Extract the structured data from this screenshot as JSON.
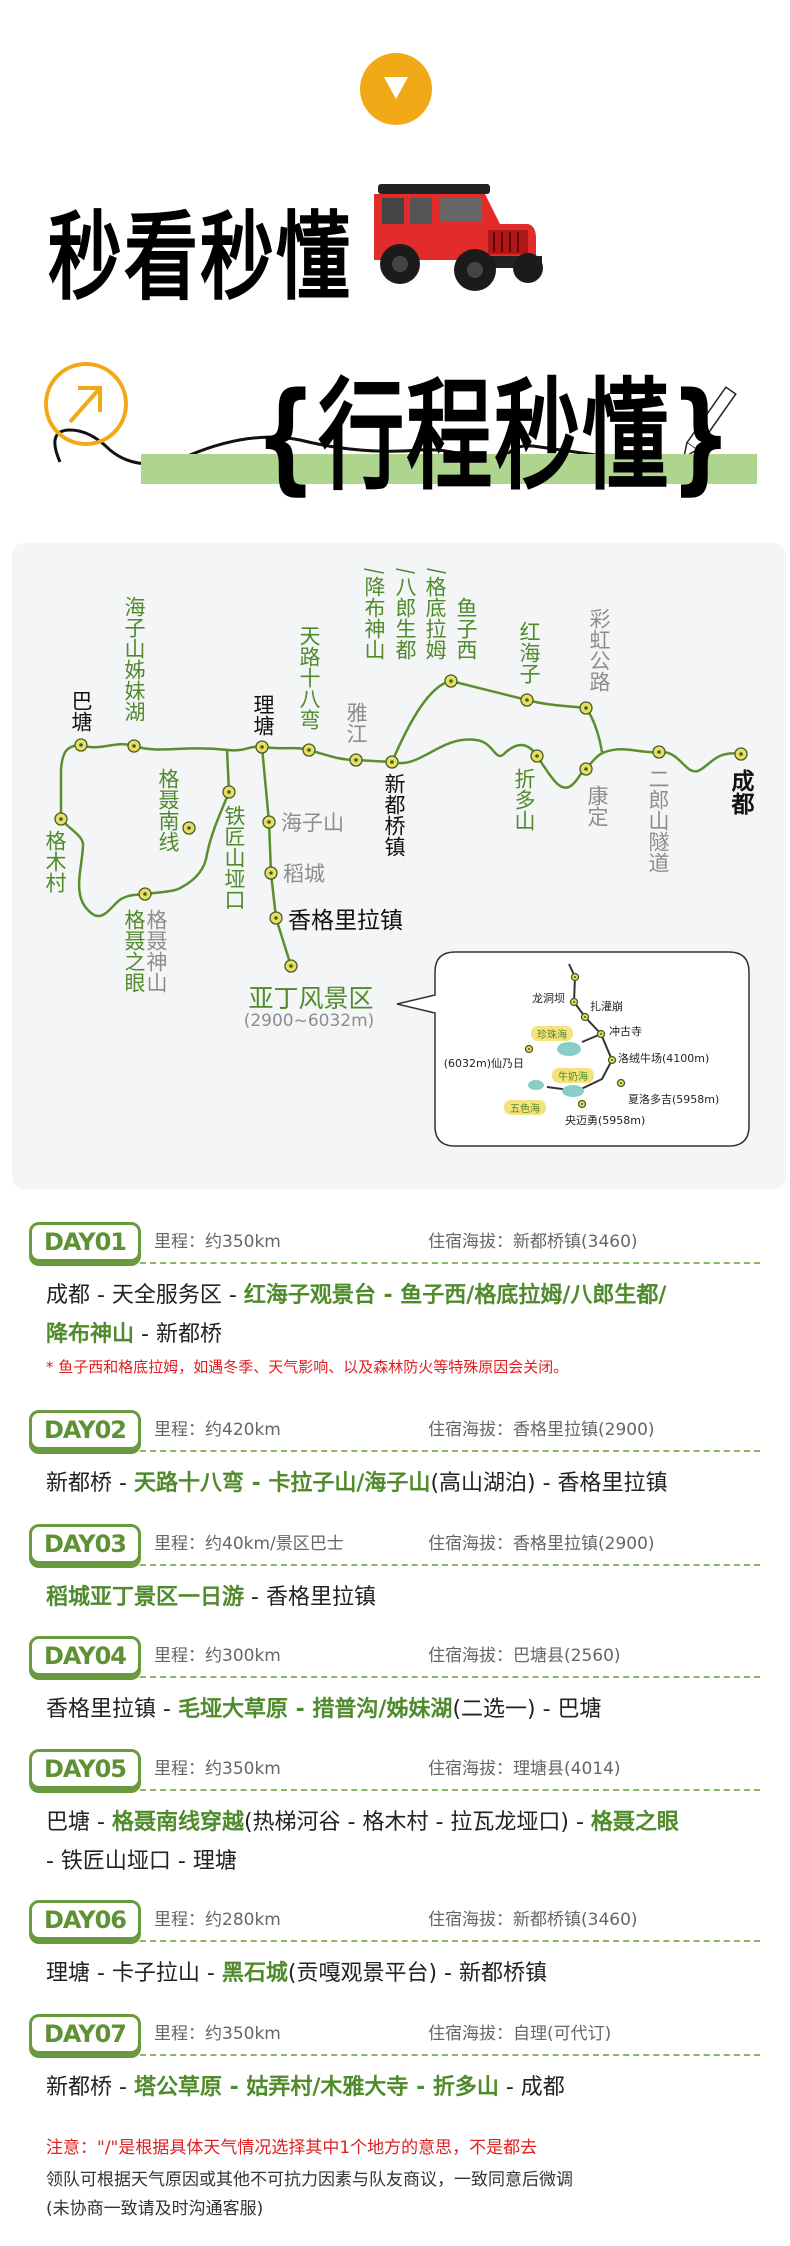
{
  "header": {
    "title_small": "秒看秒懂",
    "title_big": "{行程秒懂}",
    "accent": "#f2a918",
    "bar_color": "#aed58d"
  },
  "map": {
    "labels": [
      "巴塘",
      "海子山姊妹湖",
      "理塘",
      "天路十八弯",
      "雅江",
      "降布神山",
      "八郎生都",
      "格底拉姆",
      "鱼子西",
      "红海子",
      "彩虹公路",
      "新都桥镇",
      "折多山",
      "康定",
      "二郎山隧道",
      "成都",
      "格木村",
      "格聂南线",
      "铁匠山垭口",
      "格聂之眼",
      "格聂神山",
      "海子山",
      "稻城",
      "香格里拉镇",
      "亚丁风景区",
      "(2900~6032m)"
    ],
    "inset": {
      "places": [
        "龙洞坝",
        "扎灌崩",
        "冲古寺",
        "(6032m)仙乃日",
        "洛绒牛场(4100m)",
        "夏洛多吉(5958m)",
        "央迈勇(5958m)"
      ],
      "lakes": [
        "珍珠海",
        "牛奶海",
        "五色海"
      ]
    }
  },
  "days": [
    {
      "label": "DAY01",
      "distance": "里程：约350km",
      "stay": "住宿海拔：新都桥镇(3460)",
      "lines": [
        [
          [
            "成都 - 天全服务区 - ",
            0
          ],
          [
            "红海子观景台 - 鱼子西/格底拉姆/八郎生都/",
            1
          ]
        ],
        [
          [
            "降布神山",
            1
          ],
          [
            " - 新都桥",
            0
          ]
        ]
      ],
      "note": "* 鱼子西和格底拉姆，如遇冬季、天气影响、以及森林防火等特殊原因会关闭。"
    },
    {
      "label": "DAY02",
      "distance": "里程：约420km",
      "stay": "住宿海拔：香格里拉镇(2900)",
      "lines": [
        [
          [
            "新都桥 - ",
            0
          ],
          [
            "天路十八弯 - 卡拉子山/海子山",
            1
          ],
          [
            "(高山湖泊) - 香格里拉镇",
            0
          ]
        ]
      ]
    },
    {
      "label": "DAY03",
      "distance": "里程：约40km/景区巴士",
      "stay": "住宿海拔：香格里拉镇(2900)",
      "lines": [
        [
          [
            "稻城亚丁景区一日游",
            1
          ],
          [
            " - 香格里拉镇",
            0
          ]
        ]
      ]
    },
    {
      "label": "DAY04",
      "distance": "里程：约300km",
      "stay": "住宿海拔：巴塘县(2560)",
      "lines": [
        [
          [
            "香格里拉镇 - ",
            0
          ],
          [
            "毛垭大草原 - 措普沟/姊妹湖",
            1
          ],
          [
            "(二选一) - 巴塘",
            0
          ]
        ]
      ]
    },
    {
      "label": "DAY05",
      "distance": "里程：约350km",
      "stay": "住宿海拔：理塘县(4014)",
      "lines": [
        [
          [
            "巴塘 - ",
            0
          ],
          [
            "格聂南线穿越",
            1
          ],
          [
            "(热梯河谷 - 格木村 - 拉瓦龙垭口) - ",
            0
          ],
          [
            "格聂之眼",
            1
          ]
        ],
        [
          [
            "- 铁匠山垭口 - 理塘",
            0
          ]
        ]
      ]
    },
    {
      "label": "DAY06",
      "distance": "里程：约280km",
      "stay": "住宿海拔：新都桥镇(3460)",
      "lines": [
        [
          [
            "理塘 - 卡子拉山 - ",
            0
          ],
          [
            "黑石城",
            1
          ],
          [
            "(贡嘎观景平台) - 新都桥镇",
            0
          ]
        ]
      ]
    },
    {
      "label": "DAY07",
      "distance": "里程：约350km",
      "stay": "住宿海拔：自理(可代订)",
      "lines": [
        [
          [
            "新都桥 - ",
            0
          ],
          [
            "塔公草原 - 姑弄村/木雅大寺 - 折多山",
            1
          ],
          [
            " - 成都",
            0
          ]
        ]
      ]
    }
  ],
  "footer": {
    "warning": "注意：\"/\"是根据具体天气情况选择其中1个地方的意思，不是都去",
    "line1": "领队可根据天气原因或其他不可抗力因素与队友商议，一致同意后微调",
    "line2": "(未协商一致请及时沟通客服)"
  }
}
